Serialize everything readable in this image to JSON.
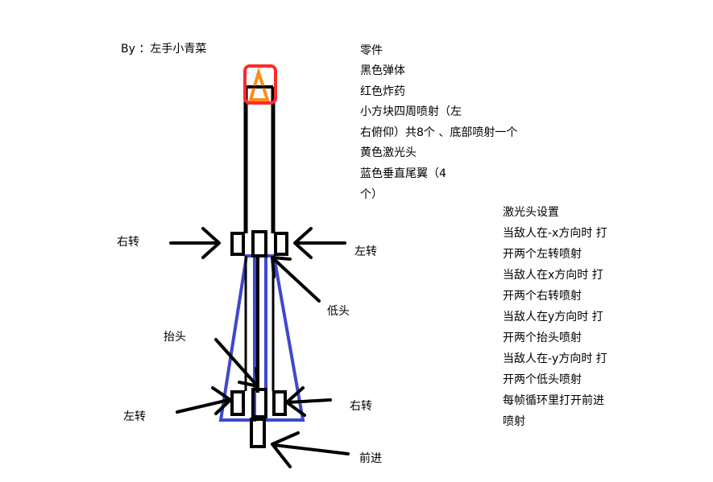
{
  "author": "By ：左手小青菜",
  "parts_list": [
    "零件",
    "黑色弹体",
    "红色炸药",
    "小方块四周喷射（左",
    "右俯仰）共8个 、底部喷射一个",
    "黄色激光头",
    "蓝色垂直尾翼（4",
    "个）"
  ],
  "laser_settings": [
    "激光头设置",
    "当敌人在-x方向时 打",
    "开两个左转喷射",
    "当敌人在x方向时 打",
    "开两个右转喷射",
    "当敌人在y方向时 打",
    "开两个抬头喷射",
    "当敌人在-y方向时 打",
    "开两个低头喷射",
    "每帧循环里打开前进",
    "喷射"
  ],
  "labels": {
    "right_turn_top": "右转",
    "left_turn_top": "左转",
    "pitch_down": "低头",
    "pitch_up": "抬头",
    "left_turn_bottom": "左转",
    "right_turn_bottom": "右转",
    "forward": "前进"
  },
  "colors": {
    "body": "#000000",
    "explosive": "#ff2a2a",
    "laser_head": "#ff8c1a",
    "tail_fin": "#3f48cc",
    "arrow": "#000000"
  }
}
